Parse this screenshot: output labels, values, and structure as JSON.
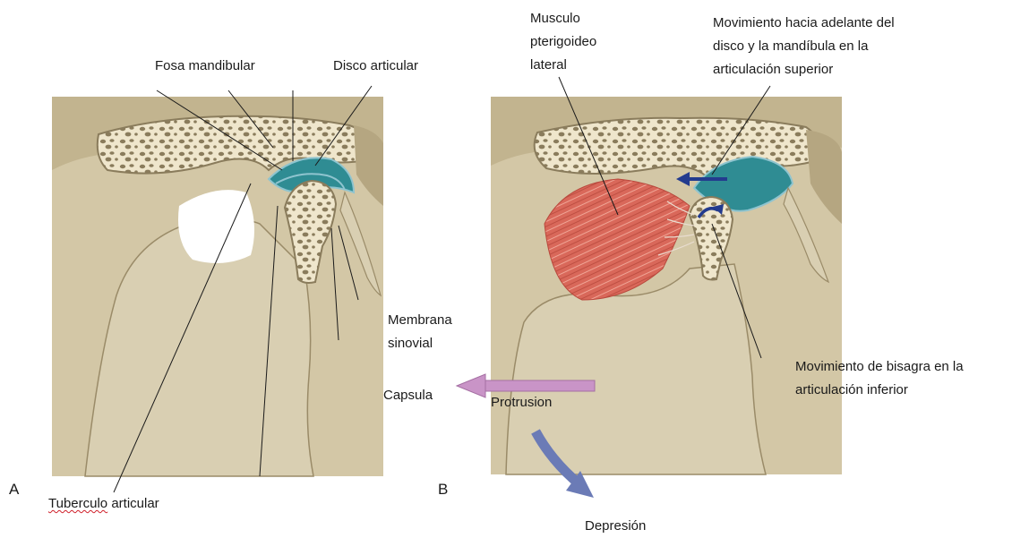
{
  "panel_a": {
    "letter": "A",
    "labels": {
      "fosa_mandibular": "Fosa mandibular",
      "disco_articular": "Disco articular",
      "membrana_1": "Membrana",
      "membrana_2": "sinovial",
      "capsula": "Capsula",
      "tuberculo_word": "Tuberculo",
      "tuberculo_rest": " articular"
    }
  },
  "panel_b": {
    "letter": "B",
    "labels": {
      "musculo_1": "Musculo",
      "musculo_2": "pterigoideo",
      "musculo_3": "lateral",
      "mov_sup_1": "Movimiento hacia adelante del",
      "mov_sup_2": "disco y la mandíbula en la",
      "mov_sup_3": "articulación superior",
      "mov_inf_1": "Movimiento de bisagra en la",
      "mov_inf_2": "articulación inferior",
      "protrusion": "Protrusion",
      "depresion": "Depresión"
    }
  },
  "colors": {
    "bone": "#cfc3a2",
    "bone_dark": "#8a7c5c",
    "bone_light": "#efe6cc",
    "disc": "#2f8c93",
    "disc_light": "#8fc4cf",
    "muscle": "#d9685a",
    "protrusion_arrow": "#c994c7",
    "depresion_arrow": "#6b7bb6",
    "blue_arrow": "#233b8e",
    "spellcheck": "#d0202a"
  }
}
